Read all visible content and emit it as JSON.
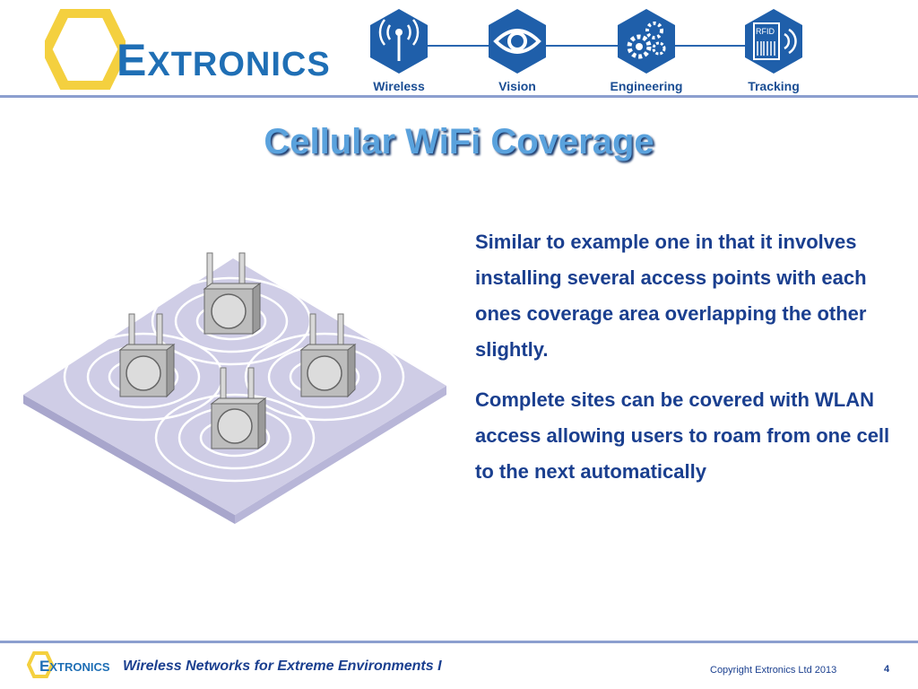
{
  "header": {
    "logo_text": "XTRONICS",
    "logo_initial": "E",
    "nav": [
      {
        "label": "Wireless",
        "icon": "wireless-antenna-icon"
      },
      {
        "label": "Vision",
        "icon": "eye-icon"
      },
      {
        "label": "Engineering",
        "icon": "gears-icon"
      },
      {
        "label": "Tracking",
        "icon": "rfid-tag-icon"
      }
    ],
    "nav_icon_badge": "RFID"
  },
  "slide": {
    "title": "Cellular WiFi Coverage",
    "paragraphs": [
      "Similar to example one in that it involves installing several access points with each ones coverage area overlapping the other slightly.",
      "Complete sites can be covered with WLAN access allowing users to roam from one cell to the next automatically"
    ]
  },
  "footer": {
    "logo_text": "XTRONICS",
    "logo_initial": "E",
    "title": "Wireless Networks for Extreme Environments I",
    "copyright": "Copyright Extronics Ltd 2013",
    "page_number": "4"
  },
  "colors": {
    "brand_blue": "#1f6fb5",
    "logo_yellow": "#f4d03f",
    "title_blue": "#5aa2dd",
    "text_navy": "#1a3f8f",
    "rule": "#8c9fcf",
    "floor": "#c9c7e2"
  }
}
